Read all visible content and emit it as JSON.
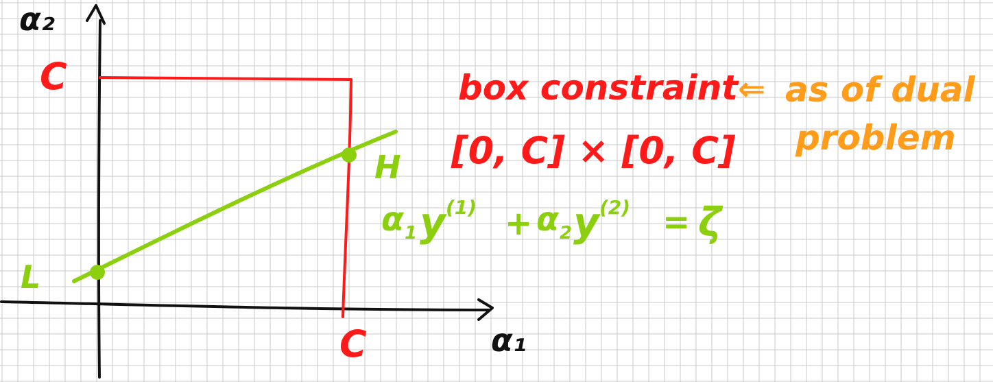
{
  "axes": {
    "x_label": "α₁",
    "y_label": "α₂"
  },
  "box": {
    "c_label_y": "C",
    "c_label_x": "C",
    "color": "#ff1a1a"
  },
  "line": {
    "L_label": "L",
    "H_label": "H",
    "equation": {
      "a1": "α",
      "s1": "1",
      "y1": "y",
      "sup1": "(1)",
      "plus": "+",
      "a2": "α",
      "s2": "2",
      "y2": "y",
      "sup2": "(2)",
      "eq": "=",
      "zeta": "ζ"
    },
    "color": "#8ccf0f"
  },
  "notes": {
    "box_constraint": "box constraint",
    "arrow": "⇐",
    "dual_line1": "as of dual",
    "dual_line2": "problem",
    "box_product": "[0, C] × [0, C]",
    "red": "#ff1a1a",
    "orange": "#ff9c1a"
  }
}
